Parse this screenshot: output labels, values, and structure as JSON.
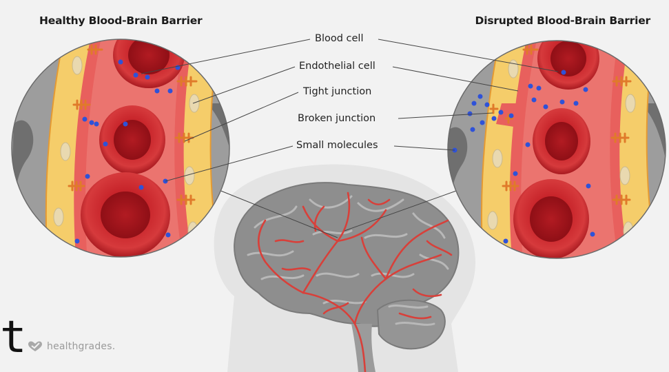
{
  "titles": {
    "left": "Healthy Blood-Brain Barrier",
    "right": "Disrupted Blood-Brain Barrier"
  },
  "labels": {
    "blood_cell": "Blood cell",
    "endothelial_cell": "Endothelial cell",
    "tight_junction": "Tight junction",
    "broken_junction": "Broken junction",
    "small_molecules": "Small molecules"
  },
  "brand": {
    "logo": "healthgrades."
  },
  "stray_glyph": "t",
  "colors": {
    "background": "#f2f2f2",
    "vessel": "#e8605d",
    "vessel_light": "#f29a94",
    "endothelial": "#f5cd6a",
    "endothelial_inner": "#fbe3a0",
    "junction": "#e58a32",
    "blood_cell": "#c8252b",
    "molecule": "#2f52d8",
    "tissue": "#9d9d9d",
    "brain": "#8a8a8a",
    "brain_vessel": "#d8403a",
    "head_silhouette": "#e4e4e4"
  }
}
